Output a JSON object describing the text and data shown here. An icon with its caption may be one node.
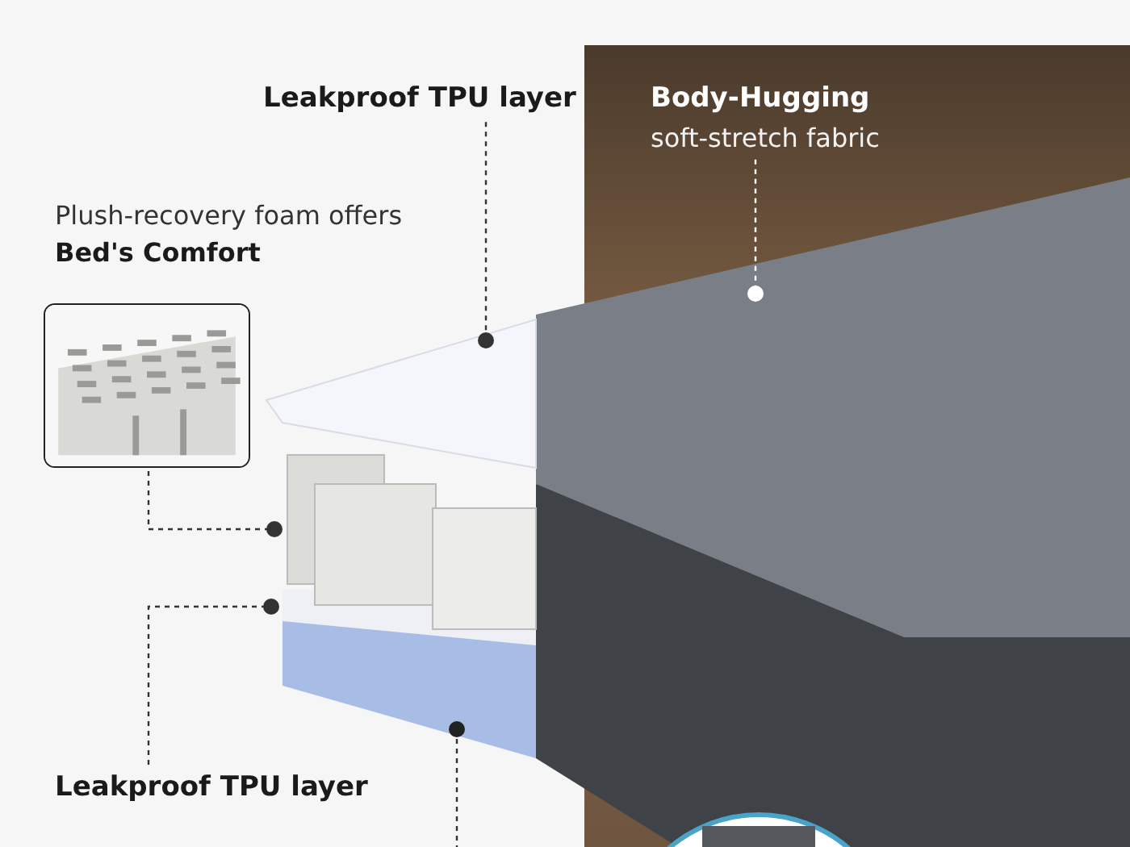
{
  "diagram": {
    "nodes": [
      {
        "text": [
          "Leakproof TPU layer"
        ]
      },
      {
        "text": [
          "Body-Hugging",
          "soft-stretch fabric"
        ]
      },
      {
        "text": [
          "Plush-recovery foam offers",
          "Bed's Comfort"
        ]
      },
      {
        "text": [],
        "shape": "picture"
      },
      {
        "text": [
          "Leakproof TPU layer"
        ]
      }
    ],
    "edges": [
      {
        "from": 0,
        "to": null,
        "arrow": "other"
      },
      {
        "from": 1,
        "to": null,
        "arrow": "other",
        "color": "#ffffff"
      },
      {
        "from": 3,
        "to": null,
        "arrow": "other"
      },
      {
        "from": 4,
        "to": null,
        "arrow": "other"
      }
    ]
  }
}
